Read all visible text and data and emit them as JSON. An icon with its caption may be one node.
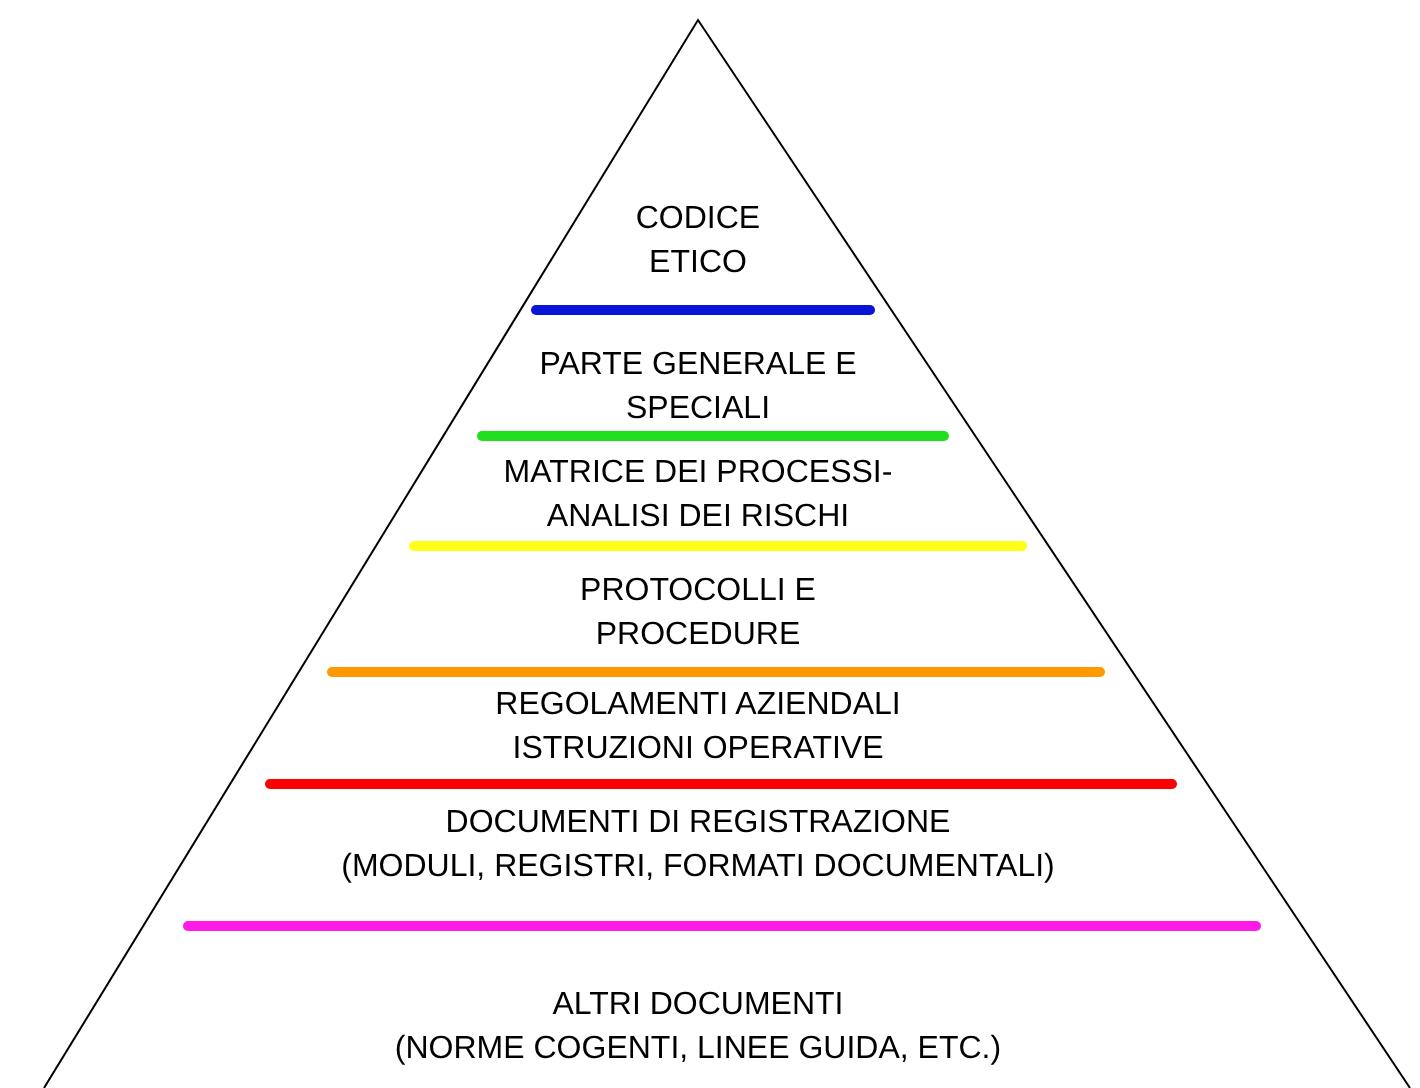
{
  "diagram": {
    "nodes": [
      {
        "text": [],
        "shape": "triangle"
      },
      {
        "text": [
          "CODICE ETICO"
        ],
        "in": 0
      },
      {
        "text": [
          "PARTE GENERALE E SPECIALI"
        ],
        "in": 0
      },
      {
        "text": [
          "MATRICE DEI PROCESSI-ANALISI DEI RISCHI"
        ],
        "in": 0
      },
      {
        "text": [
          "PROTOCOLLI E PROCEDURE"
        ],
        "in": 0
      },
      {
        "text": [
          "REGOLAMENTI AZIENDALI ISTRUZIONI OPERATIVE"
        ],
        "in": 0
      },
      {
        "text": [
          "DOCUMENTI DI REGISTRAZIONE",
          "(MODULI, REGISTRI, FORMATI DOCUMENTALI)"
        ],
        "in": 0
      },
      {
        "text": [
          "ALTRI DOCUMENTI",
          "(NORME COGENTI, LINEE GUIDA, ETC.)"
        ],
        "in": 0
      }
    ],
    "edges": []
  }
}
